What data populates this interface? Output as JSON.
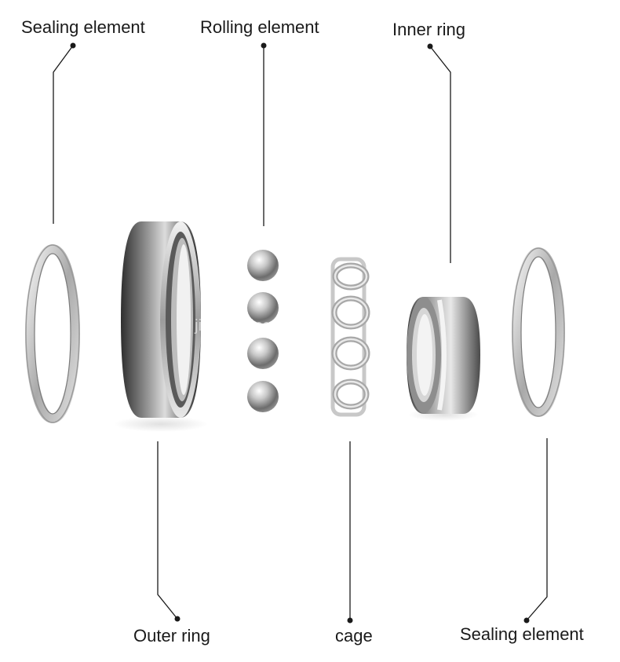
{
  "labels": {
    "sealing_top_left": "Sealing element",
    "rolling": "Rolling element",
    "inner_ring": "Inner ring",
    "outer_ring": "Outer ring",
    "cage": "cage",
    "sealing_bottom_right": "Sealing element"
  },
  "watermark": "jinlibearing.en.com",
  "colors": {
    "leader_line": "#1a1a1a",
    "metal_dark": "#3a3a3a",
    "metal_mid": "#8a8a8a",
    "metal_light": "#e6e6e6"
  }
}
